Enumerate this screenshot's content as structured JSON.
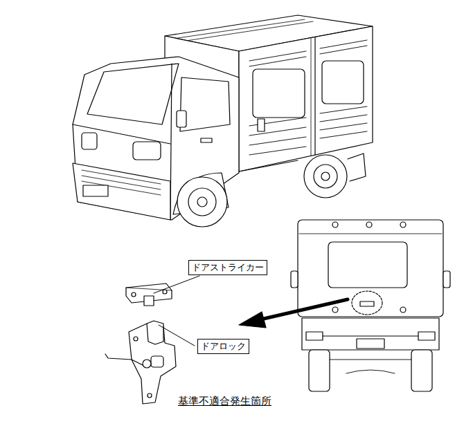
{
  "diagram": {
    "caption": "基準不適合発生箇所",
    "nodes": [
      {
        "text": [
          "ドアストライカー"
        ]
      },
      {
        "text": [
          "ドアロック"
        ]
      }
    ]
  }
}
